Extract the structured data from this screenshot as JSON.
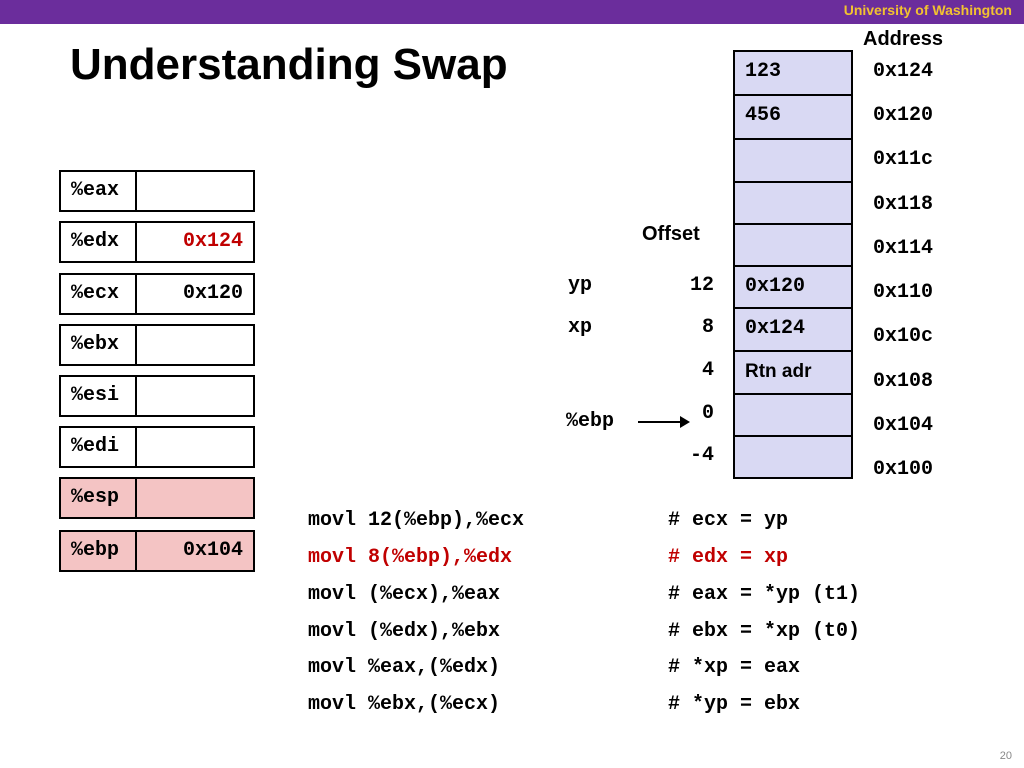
{
  "header": {
    "institution": "University of Washington"
  },
  "title": "Understanding Swap",
  "registers": [
    {
      "name": "%eax",
      "value": ""
    },
    {
      "name": "%edx",
      "value": "0x124"
    },
    {
      "name": "%ecx",
      "value": "0x120"
    },
    {
      "name": "%ebx",
      "value": ""
    },
    {
      "name": "%esi",
      "value": ""
    },
    {
      "name": "%edi",
      "value": ""
    },
    {
      "name": "%esp",
      "value": ""
    },
    {
      "name": "%ebp",
      "value": "0x104"
    }
  ],
  "memory": {
    "address_label": "Address",
    "offset_label": "Offset",
    "cells": [
      {
        "value": "123",
        "address": "0x124",
        "offset": ""
      },
      {
        "value": "456",
        "address": "0x120",
        "offset": ""
      },
      {
        "value": "",
        "address": "0x11c",
        "offset": ""
      },
      {
        "value": "",
        "address": "0x118",
        "offset": ""
      },
      {
        "value": "",
        "address": "0x114",
        "offset": ""
      },
      {
        "value": "0x120",
        "address": "0x110",
        "offset": "12"
      },
      {
        "value": "0x124",
        "address": "0x10c",
        "offset": "8"
      },
      {
        "value": "Rtn adr",
        "address": "0x108",
        "offset": "4"
      },
      {
        "value": "",
        "address": "0x104",
        "offset": "0"
      },
      {
        "value": "",
        "address": "0x100",
        "offset": "-4"
      }
    ],
    "labels": {
      "yp": "yp",
      "xp": "xp",
      "ebp": "%ebp"
    }
  },
  "code": [
    {
      "instr": "movl 12(%ebp),%ecx",
      "comment": "# ecx = yp"
    },
    {
      "instr": "movl 8(%ebp),%edx",
      "comment": "# edx = xp"
    },
    {
      "instr": "movl (%ecx),%eax",
      "comment": "# eax = *yp (t1)"
    },
    {
      "instr": "movl (%edx),%ebx",
      "comment": "# ebx = *xp (t0)"
    },
    {
      "instr": "movl %eax,(%edx)",
      "comment": "# *xp = eax"
    },
    {
      "instr": "movl %ebx,(%ecx)",
      "comment": "# *yp = ebx"
    }
  ],
  "colors": {
    "header": "#6b2d9c",
    "institution": "#f2c230",
    "highlight": "#c00000",
    "memory": "#d9d9f3",
    "pink": "#f4c4c4"
  },
  "page_number": "20"
}
